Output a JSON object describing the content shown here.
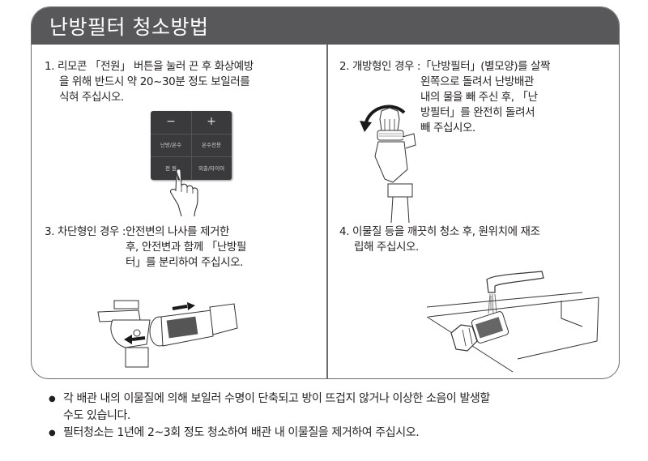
{
  "title": "난방필터 청소방법",
  "steps": [
    {
      "number": "1.",
      "lines": [
        "1. 리모콘 「전원」 버튼을 눌러 끈 후 화상예방",
        "을 위해 반드시 약 20~30분 정도 보일러를",
        "식혀 주십시오."
      ],
      "remote": {
        "buttons": [
          "−",
          "+",
          "난방/온수",
          "온수전용",
          "전 원",
          "외출/타이머"
        ]
      }
    },
    {
      "number": "2.",
      "label": "2. 개방형인 경우 : ",
      "text": "「난방필터」(별모양)를 살짝\n왼쪽으로 돌려서 난방배관\n내의 물을 빼 주신 후, 「난\n방필터」를 완전히 돌려서\n빼 주십시오."
    },
    {
      "number": "3.",
      "label": "3. 차단형인 경우 : ",
      "text": "안전변의 나사를 제거한\n후, 안전변과 함께 「난방필\n터」를 분리하여 주십시오."
    },
    {
      "number": "4.",
      "lines": [
        "4. 이물질 등을 깨끗히 청소 후, 원위치에 재조",
        "립해 주십시오."
      ]
    }
  ],
  "notes": [
    "각 배관 내의 이물질에 의해 보일러 수명이 단축되고 방이 뜨겁지 않거나 이상한 소음이 발생할\n수도 있습니다.",
    "필터청소는 1년에 2~3회 정도 청소하여 배관 내 이물질을 제거하여 주십시오."
  ],
  "bullet_symbol": "●",
  "colors": {
    "header_bg": "#58575a",
    "border": "#6b6b6b",
    "text": "#231f20"
  }
}
